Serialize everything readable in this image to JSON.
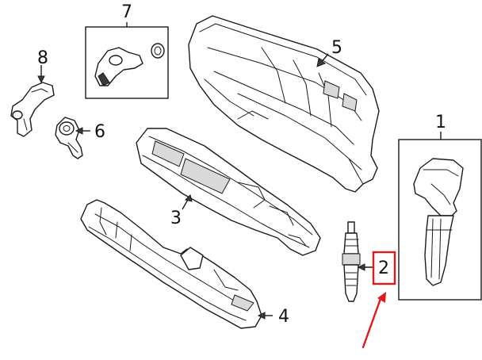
{
  "callouts": {
    "c1": "1",
    "c2": "2",
    "c3": "3",
    "c4": "4",
    "c5": "5",
    "c6": "6",
    "c7": "7",
    "c8": "8"
  },
  "colors": {
    "line": "#1a1a1a",
    "highlight": "#e0191d",
    "background": "#ffffff"
  }
}
